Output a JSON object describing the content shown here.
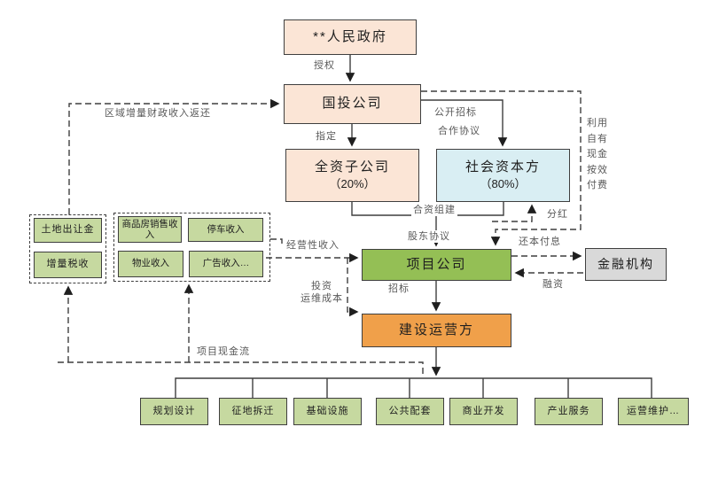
{
  "nodes": {
    "government": "**人民政府",
    "investment_company": "国投公司",
    "wholly_owned_subsidiary": {
      "name": "全资子公司",
      "share": "（20%）"
    },
    "social_capital": {
      "name": "社会资本方",
      "share": "（80%）"
    },
    "project_company": "项目公司",
    "financial_institution": "金融机构",
    "construction_operator": "建设运营方"
  },
  "fiscal_sources": [
    "土地出让金",
    "增量税收"
  ],
  "revenue_sources": [
    "商品房销售收入",
    "停车收入",
    "物业收入",
    "广告收入…"
  ],
  "project_scope": [
    "规划设计",
    "征地拆迁",
    "基础设施",
    "公共配套",
    "商业开发",
    "产业服务",
    "运营维护…"
  ],
  "edge_labels": {
    "authorize": "授权",
    "designate": "指定",
    "public_bidding": "公开招标",
    "cooperation_agreement": "合作协议",
    "joint_venture": "合资组建",
    "shareholder_agreement": "股东协议",
    "dividend": "分红",
    "regional_fiscal_return": "区域增量财政收入返还",
    "operating_revenue": "经营性收入",
    "investment_om_cost": "投资\n运维成本",
    "bidding": "招标",
    "repay_principal_interest": "还本付息",
    "financing": "融资",
    "project_cashflow": "项目现金流",
    "pay_by_performance": "利用\n自有\n现金\n按效\n付费"
  },
  "colors": {
    "peach": "#fbe5d6",
    "light_blue": "#d9eef3",
    "olive": "#c6d9a0",
    "green": "#94bf55",
    "orange": "#f0a04a",
    "gray": "#d9d9d9",
    "line": "#3f3f3f",
    "label_text": "#595959",
    "box_text": "#1f1f1f"
  }
}
